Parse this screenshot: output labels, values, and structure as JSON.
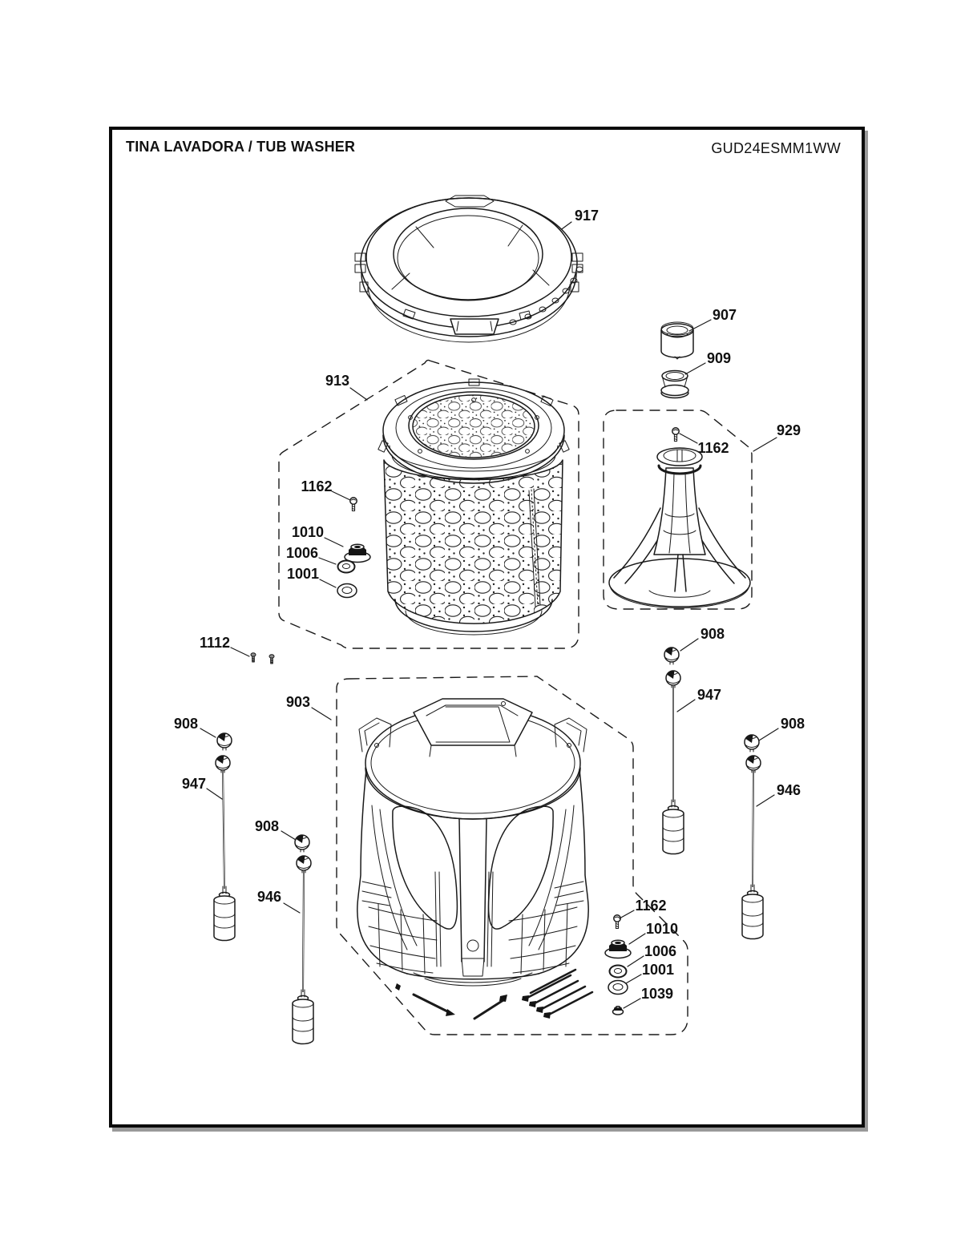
{
  "header": {
    "title": "TINA LAVADORA / TUB WASHER",
    "model": "GUD24ESMM1WW"
  },
  "callouts": {
    "c917": "917",
    "c913": "913",
    "c907": "907",
    "c909": "909",
    "c929": "929",
    "c903": "903",
    "c1112": "1112",
    "c1162_agitator": "1162",
    "c1162_basket": "1162",
    "c1162_tub": "1162",
    "c1010_basket": "1010",
    "c1006_basket": "1006",
    "c1001_basket": "1001",
    "c1010_tub": "1010",
    "c1006_tub": "1006",
    "c1001_tub": "1001",
    "c1039": "1039",
    "c908_left_front": "908",
    "c947_left": "947",
    "c908_left_rear": "908",
    "c946_left": "946",
    "c908_right_front": "908",
    "c947_right": "947",
    "c908_right_rear": "908",
    "c946_right": "946"
  }
}
